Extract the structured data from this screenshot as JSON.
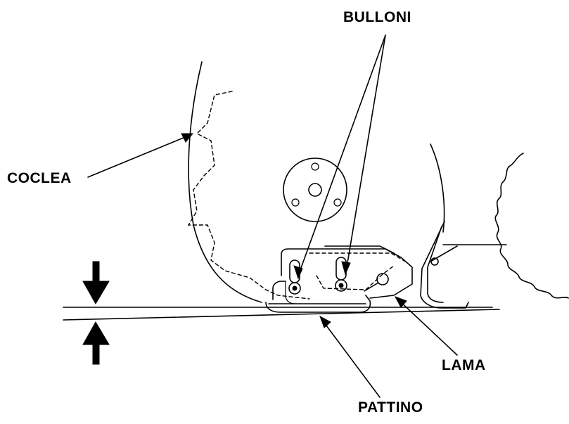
{
  "labels": {
    "bulloni": "BULLONI",
    "coclea": "COCLEA",
    "lama": "LAMA",
    "pattino": "PATTINO"
  }
}
